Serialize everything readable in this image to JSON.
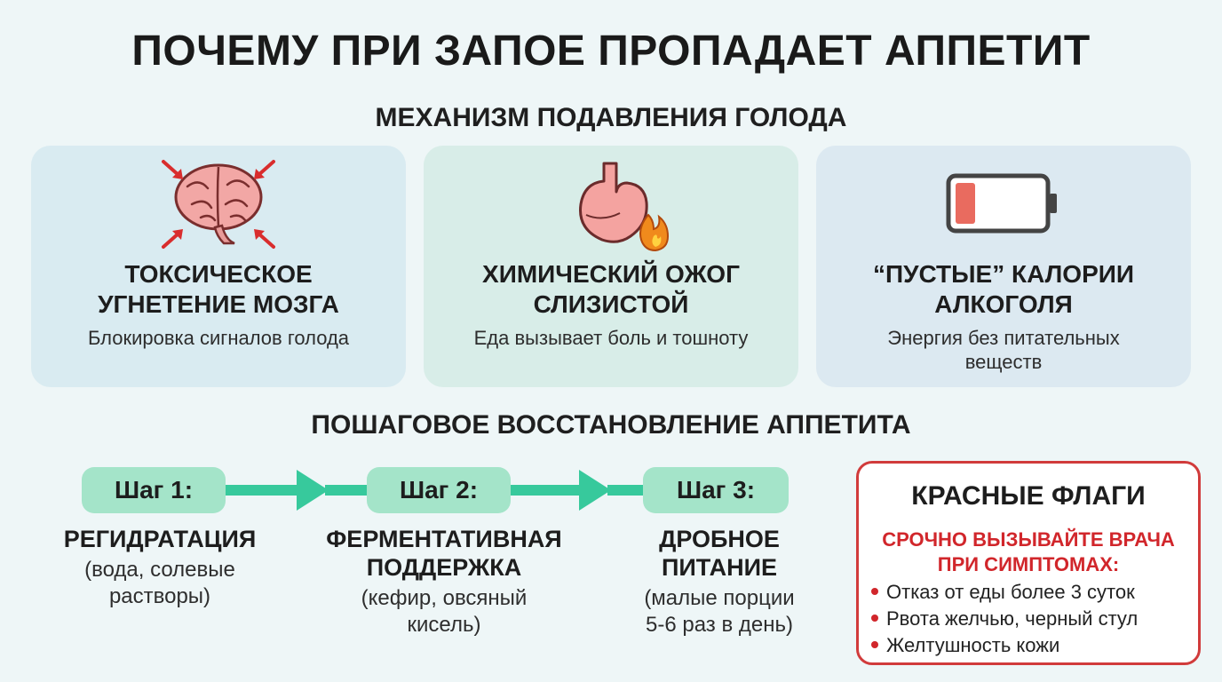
{
  "title": "ПОЧЕМУ ПРИ ЗАПОЕ ПРОПАДАЕТ АППЕТИТ",
  "mechanism": {
    "heading": "МЕХАНИЗМ ПОДАВЛЕНИЯ ГОЛОДА",
    "cards": [
      {
        "icon": "brain-icon",
        "head_line1": "ТОКСИЧЕСКОЕ",
        "head_line2": "УГНЕТЕНИЕ МОЗГА",
        "desc_line1": "Блокировка сигналов голода",
        "desc_line2": ""
      },
      {
        "icon": "stomach-fire-icon",
        "head_line1": "ХИМИЧЕСКИЙ ОЖОГ",
        "head_line2": "СЛИЗИСТОЙ",
        "desc_line1": "Еда вызывает боль и тошноту",
        "desc_line2": ""
      },
      {
        "icon": "low-battery-icon",
        "head_line1": "“ПУСТЫЕ” КАЛОРИИ",
        "head_line2": "АЛКОГОЛЯ",
        "desc_line1": "Энергия без питательных",
        "desc_line2": "веществ"
      }
    ]
  },
  "recovery": {
    "heading": "ПОШАГОВОЕ ВОССТАНОВЛЕНИЕ АППЕТИТА",
    "steps": [
      {
        "label": "Шаг 1:",
        "head_line1": "РЕГИДРАТАЦИЯ",
        "head_line2": "",
        "note_line1": "(вода, солевые",
        "note_line2": "растворы)"
      },
      {
        "label": "Шаг 2:",
        "head_line1": "ФЕРМЕНТАТИВНАЯ",
        "head_line2": "ПОДДЕРЖКА",
        "note_line1": "(кефир, овсяный",
        "note_line2": "кисель)"
      },
      {
        "label": "Шаг 3:",
        "head_line1": "ДРОБНОЕ",
        "head_line2": "ПИТАНИЕ",
        "note_line1": "(малые порции",
        "note_line2": "5-6 раз в день)"
      }
    ]
  },
  "red_flags": {
    "title": "КРАСНЫЕ ФЛАГИ",
    "alert_line1": "СРОЧНО ВЫЗЫВАЙТЕ ВРАЧА",
    "alert_line2": "ПРИ СИМПТОМАХ:",
    "items": [
      "Отказ от еды более 3 суток",
      "Рвота желчью, черный стул",
      "Желтушность кожи"
    ]
  },
  "colors": {
    "accent_green": "#a4e4c9",
    "arrow_green": "#37c99c",
    "alert_red": "#d1262b"
  }
}
